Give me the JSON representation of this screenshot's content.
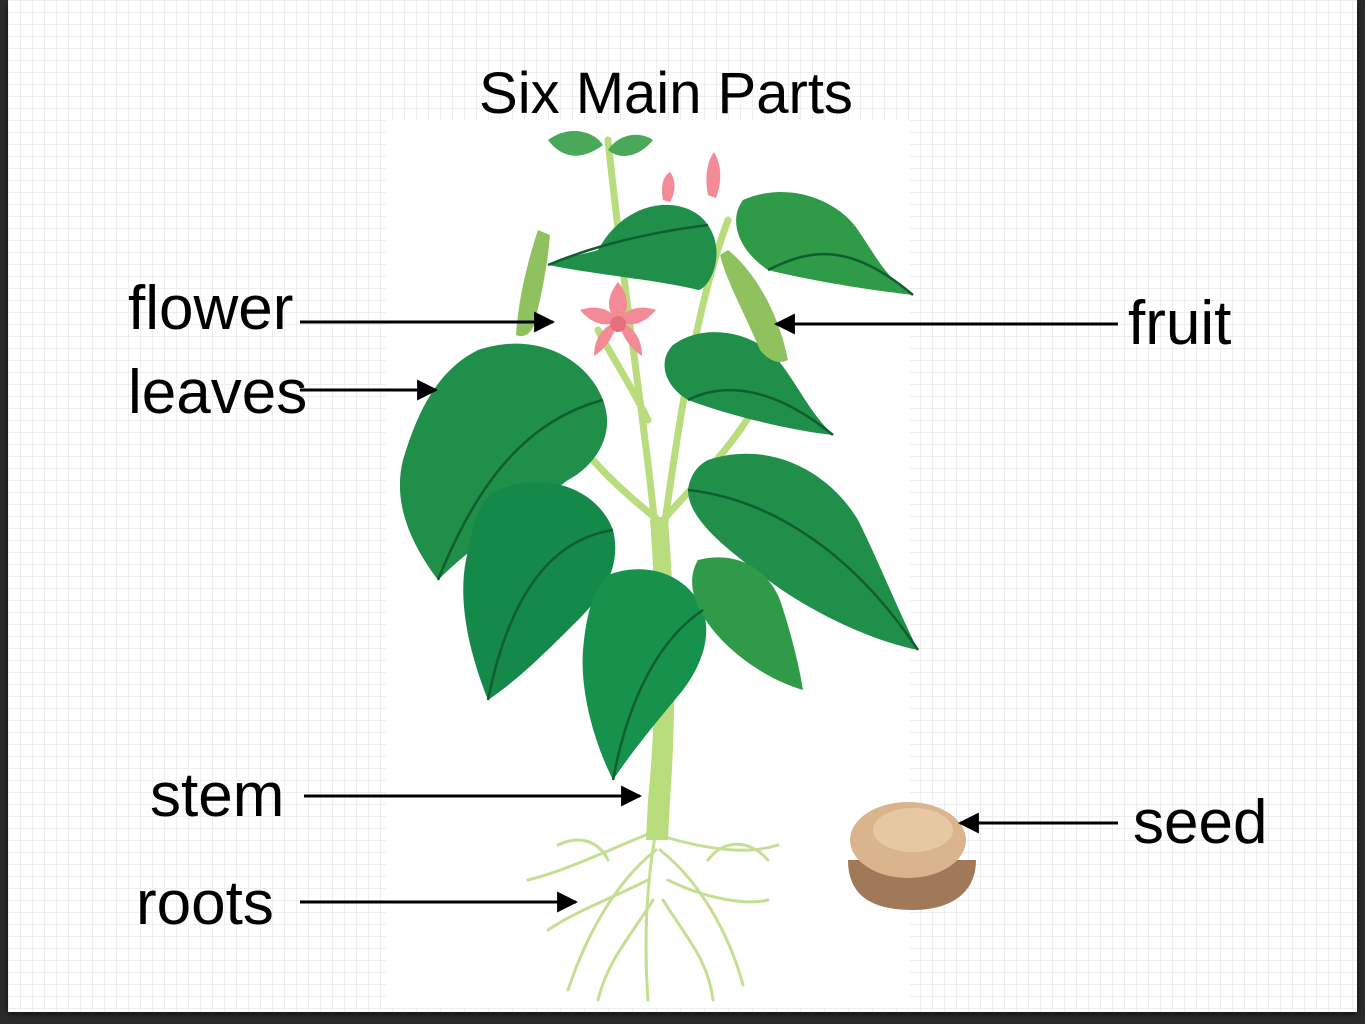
{
  "title": "Six Main Parts",
  "labels": {
    "flower": "flower",
    "leaves": "leaves",
    "stem": "stem",
    "roots": "roots",
    "fruit": "fruit",
    "seed": "seed"
  },
  "colors": {
    "leaf": "#1f8f4a",
    "leaf_dark": "#166b36",
    "stem": "#b9dc7c",
    "flower": "#f28b95",
    "seed": "#d9b48c",
    "soil": "#a07a58"
  }
}
